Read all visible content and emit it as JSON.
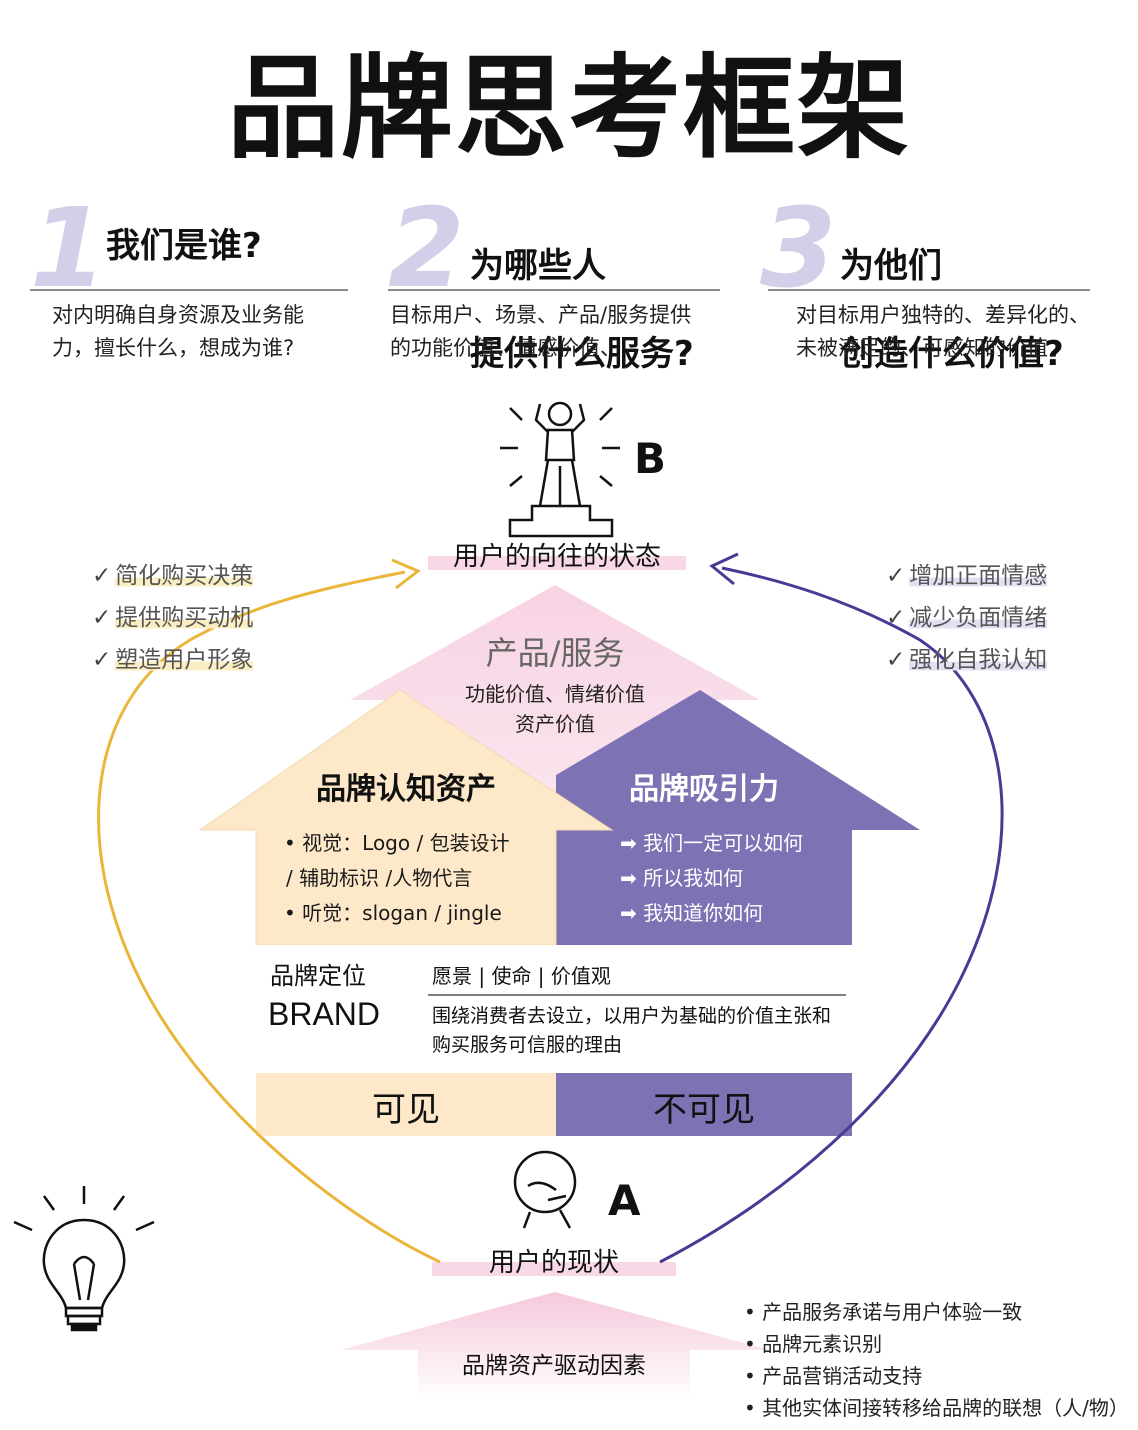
{
  "title": "品牌思考框架",
  "questions": [
    {
      "num": "1",
      "title": "我们是谁?",
      "desc_lines": [
        "对内明确自身资源及业务能",
        "力，擅长什么，想成为谁?"
      ]
    },
    {
      "num": "2",
      "title_lines": [
        "为哪些人",
        "提供什么服务?"
      ],
      "desc_lines": [
        "目标用户、场景、产品/服务提供",
        "的功能价值、情感价值、"
      ]
    },
    {
      "num": "3",
      "title_lines": [
        "为他们",
        "创造什么价值?"
      ],
      "desc_lines": [
        "对目标用户独特的、差异化的、",
        "未被满足的、可感知的价值"
      ]
    }
  ],
  "state_b": {
    "letter": "B",
    "label": "用户的向往的状态"
  },
  "state_a": {
    "letter": "A",
    "label": "用户的现状"
  },
  "left_checks": [
    "简化购买决策",
    "提供购买动机",
    "塑造用户形象"
  ],
  "right_checks": [
    "增加正面情感",
    "减少负面情绪",
    "强化自我认知"
  ],
  "product": {
    "title": "产品/服务",
    "line1": "功能价值、情绪价值",
    "line2": "资产价值"
  },
  "cognition": {
    "title": "品牌认知资产",
    "bullets": [
      "• 视觉：Logo / 包装设计",
      "  / 辅助标识 /人物代言",
      "• 听觉：slogan / jingle"
    ]
  },
  "attraction": {
    "title": "品牌吸引力",
    "items": [
      "➡ 我们一定可以如何",
      "➡ 所以我如何",
      "➡ 我知道你如何"
    ]
  },
  "positioning": {
    "label": "品牌定位",
    "brand": "BRAND",
    "values": "愿景 | 使命 | 价值观",
    "desc_lines": [
      "围绕消费者去设立，以用户为基础的价值主张和",
      "购买服务可信服的理由"
    ]
  },
  "visible": "可见",
  "invisible": "不可见",
  "drivers": {
    "label": "品牌资产驱动因素",
    "items": [
      "• 产品服务承诺与用户体验一致",
      "• 品牌元素识别",
      "• 产品营销活动支持",
      "• 其他实体间接转移给品牌的联想（人/物）"
    ]
  },
  "colors": {
    "cream": "#fde9c9",
    "purple": "#7d72b4",
    "pink": "#f7d3e3",
    "gold": "#eab63a",
    "violet": "#4b3a94",
    "light_purple": "#d4cfe8"
  },
  "icons": [
    "lightbulb-icon",
    "winner-person-icon",
    "thinking-person-icon",
    "check-icon",
    "arrow-icon"
  ]
}
